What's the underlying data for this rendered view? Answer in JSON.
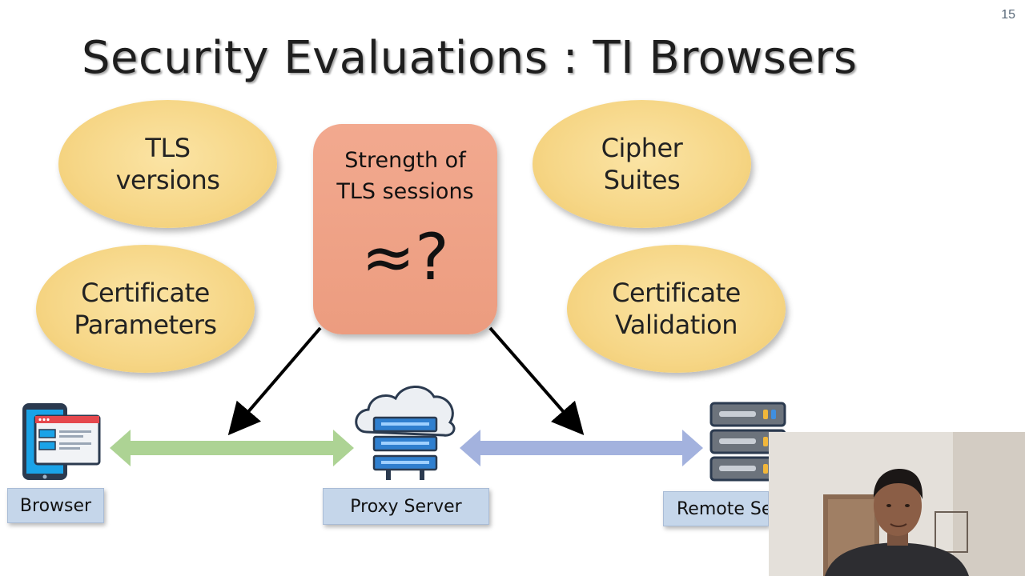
{
  "slide": {
    "number": "15",
    "title": "Security Evaluations : TI Browsers"
  },
  "ellipses": {
    "tls_versions": "TLS\nversions",
    "cipher_suites": "Cipher\nSuites",
    "certificate_parameters": "Certificate\nParameters",
    "certificate_validation": "Certificate\nValidation"
  },
  "center": {
    "caption": "Strength of\nTLS sessions",
    "symbol": "≈?"
  },
  "nodes": {
    "browser": "Browser",
    "proxy": "Proxy Server",
    "remote": "Remote Se"
  },
  "colors": {
    "ellipse": "#f6d686",
    "center_box": "#ec9c7f",
    "label_box": "#c5d6ea",
    "green_arrow": "#a9d18e",
    "blue_arrow": "#9eaedc"
  },
  "icons": {
    "browser": "browser-window-phone-icon",
    "proxy": "cloud-server-icon",
    "remote": "server-rack-icon",
    "webcam": "presenter-webcam"
  }
}
